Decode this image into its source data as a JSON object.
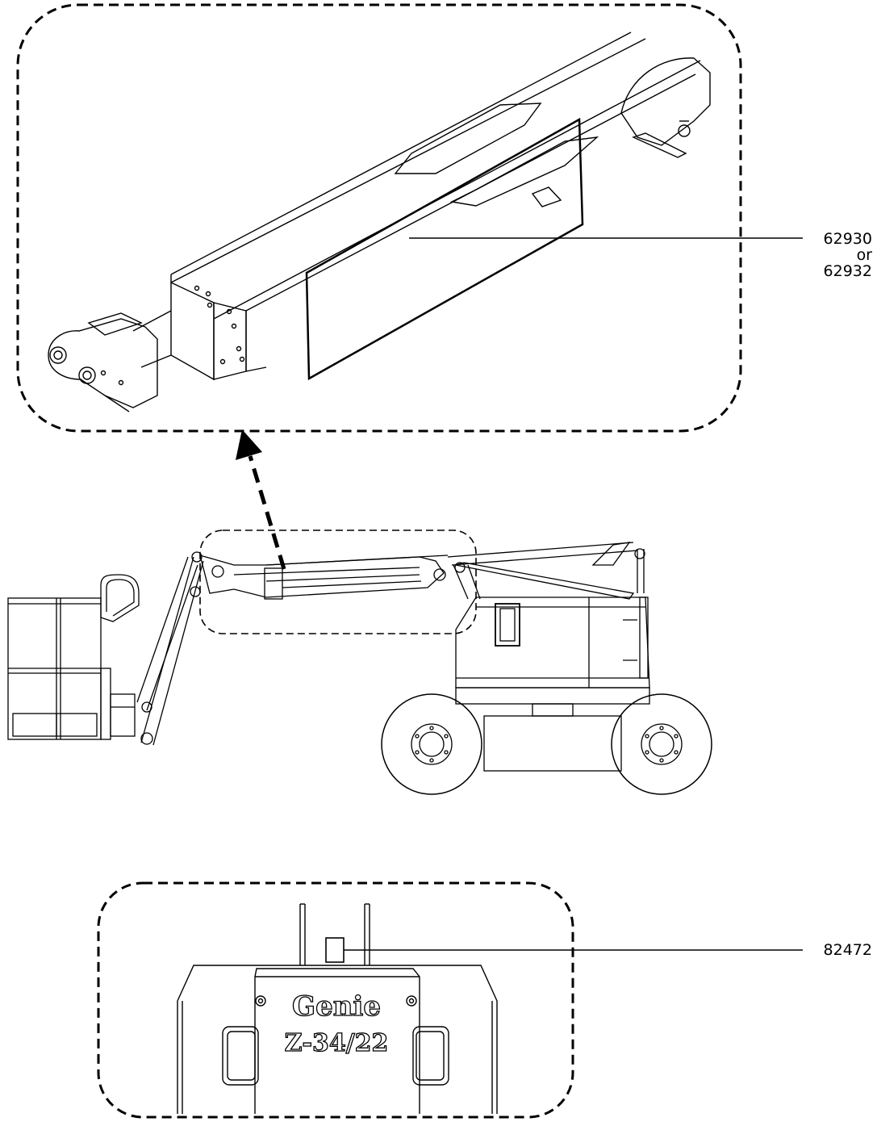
{
  "callouts": {
    "boom_decal": {
      "line1": "62930",
      "line2": "or",
      "line3": "62932"
    },
    "platform_decal": {
      "label": "82472"
    }
  },
  "logo": {
    "brand": "Genie",
    "model": "Z-34/22"
  },
  "colors": {
    "ink": "#000000",
    "paper": "#ffffff"
  }
}
